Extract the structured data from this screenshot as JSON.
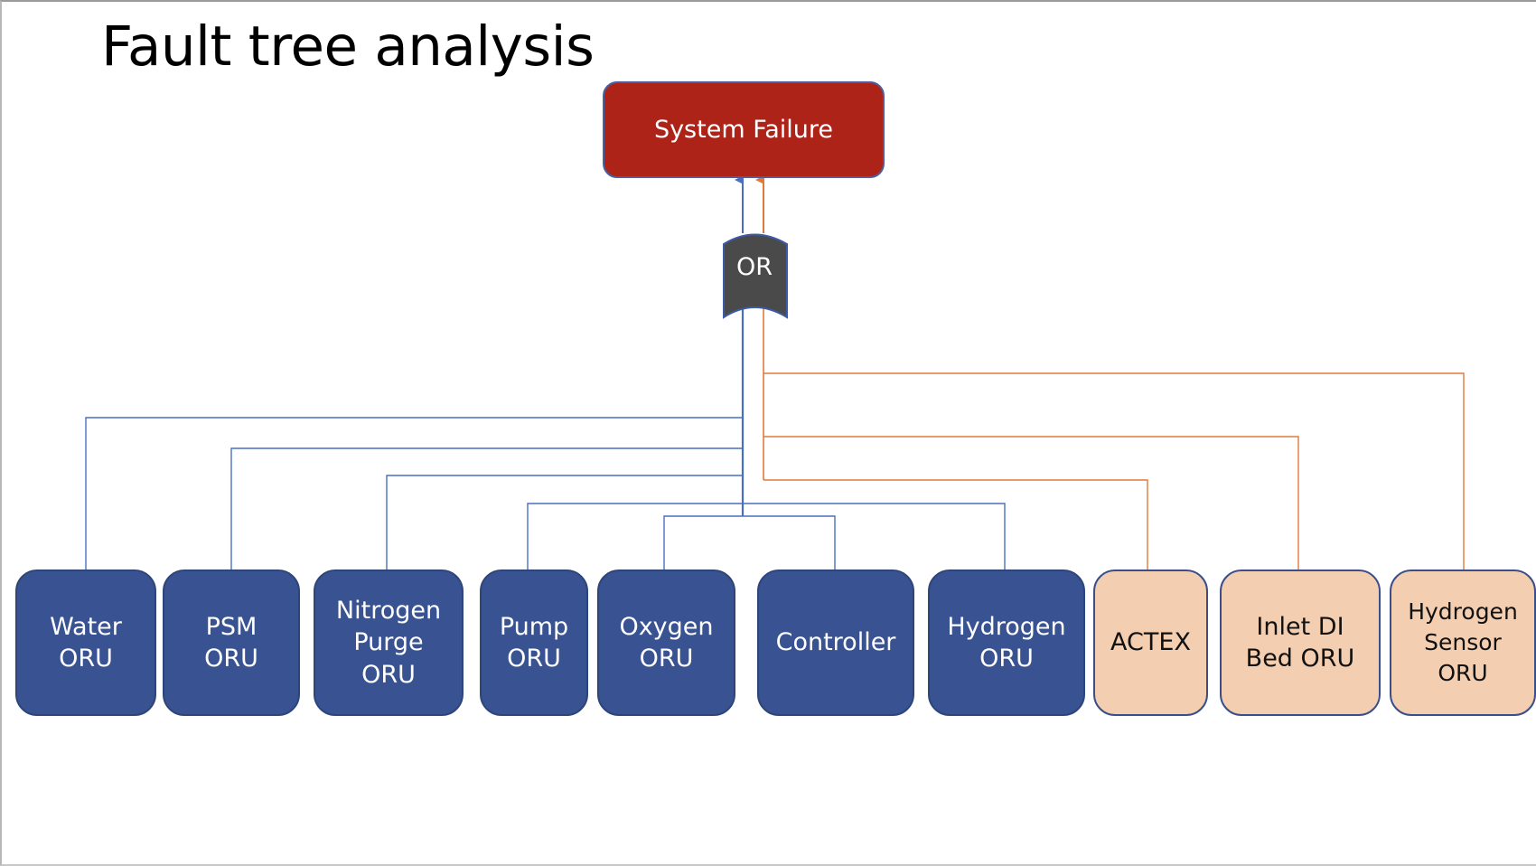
{
  "slide": {
    "title": "Fault tree analysis"
  },
  "top_event": {
    "label": "System Failure"
  },
  "gate": {
    "label": "OR"
  },
  "basic_events": [
    {
      "label": "Water\nORU",
      "group": "blue"
    },
    {
      "label": "PSM\nORU",
      "group": "blue"
    },
    {
      "label": "Nitrogen\nPurge\nORU",
      "group": "blue"
    },
    {
      "label": "Pump\nORU",
      "group": "blue"
    },
    {
      "label": "Oxygen\nORU",
      "group": "blue"
    },
    {
      "label": "Controller",
      "group": "blue"
    },
    {
      "label": "Hydrogen\nORU",
      "group": "blue"
    },
    {
      "label": "ACTEX",
      "group": "orange"
    },
    {
      "label": "Inlet DI\nBed ORU",
      "group": "orange"
    },
    {
      "label": "Hydrogen\nSensor\nORU",
      "group": "orange"
    }
  ],
  "colors": {
    "top_event_fill": "#ae2318",
    "gate_fill": "#4a4a4a",
    "blue_box_fill": "#395392",
    "orange_box_fill": "#f4ceb0",
    "blue_connector": "#4a6fc0",
    "orange_connector": "#e07a3a"
  }
}
